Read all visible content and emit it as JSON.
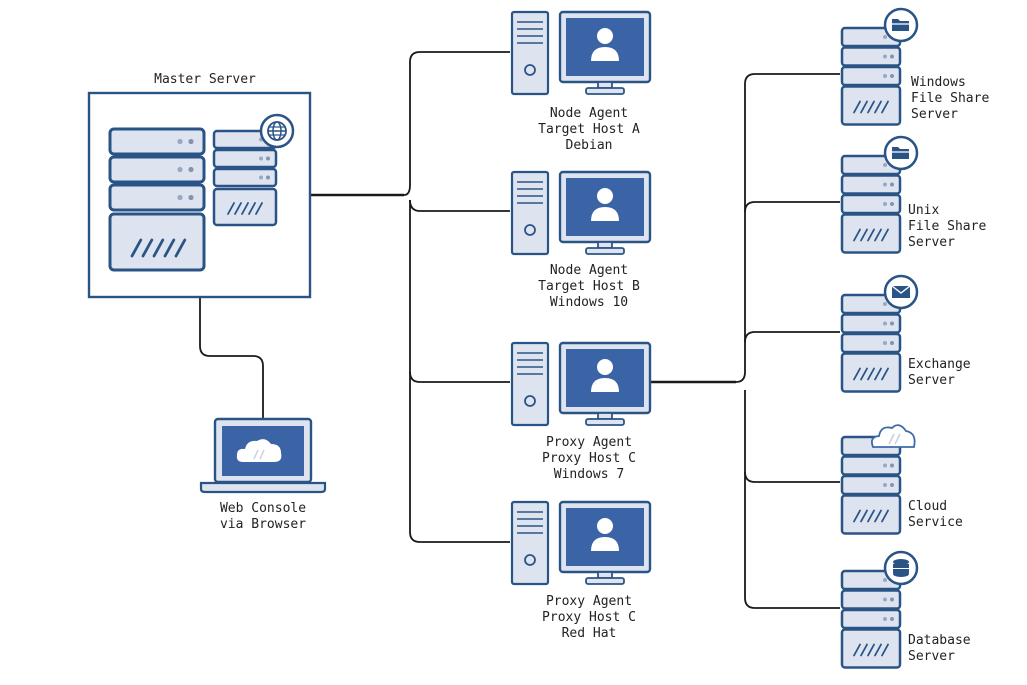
{
  "colors": {
    "stroke": "#2b5486",
    "fill": "#dde4f0",
    "screen": "#3a64a6",
    "line": "#1a1a1a"
  },
  "master": {
    "label": "Master Server",
    "badge_icon": "globe-icon"
  },
  "console": {
    "lines": [
      "Web Console",
      "via Browser"
    ],
    "screen_icon": "cloud-icon"
  },
  "hosts": [
    {
      "id": "a",
      "lines": [
        "Node Agent",
        "Target Host A",
        "Debian"
      ],
      "screen_icon": "user-icon"
    },
    {
      "id": "b",
      "lines": [
        "Node Agent",
        "Target Host B",
        "Windows 10"
      ],
      "screen_icon": "user-icon"
    },
    {
      "id": "c",
      "lines": [
        "Proxy Agent",
        "Proxy Host C",
        "Windows 7"
      ],
      "screen_icon": "user-icon"
    },
    {
      "id": "d",
      "lines": [
        "Proxy Agent",
        "Proxy Host C",
        "Red Hat"
      ],
      "screen_icon": "user-icon"
    }
  ],
  "targets": [
    {
      "id": "windows-share",
      "lines": [
        "Windows",
        "File Share",
        "Server"
      ],
      "badge_icon": "folder-icon"
    },
    {
      "id": "unix-share",
      "lines": [
        "Unix",
        "File Share",
        "Server"
      ],
      "badge_icon": "folder-icon"
    },
    {
      "id": "exchange",
      "lines": [
        "Exchange",
        "Server"
      ],
      "badge_icon": "envelope-icon"
    },
    {
      "id": "cloud",
      "lines": [
        "Cloud",
        "Service"
      ],
      "badge_icon": "cloud-icon"
    },
    {
      "id": "database",
      "lines": [
        "Database",
        "Server"
      ],
      "badge_icon": "database-icon"
    }
  ]
}
